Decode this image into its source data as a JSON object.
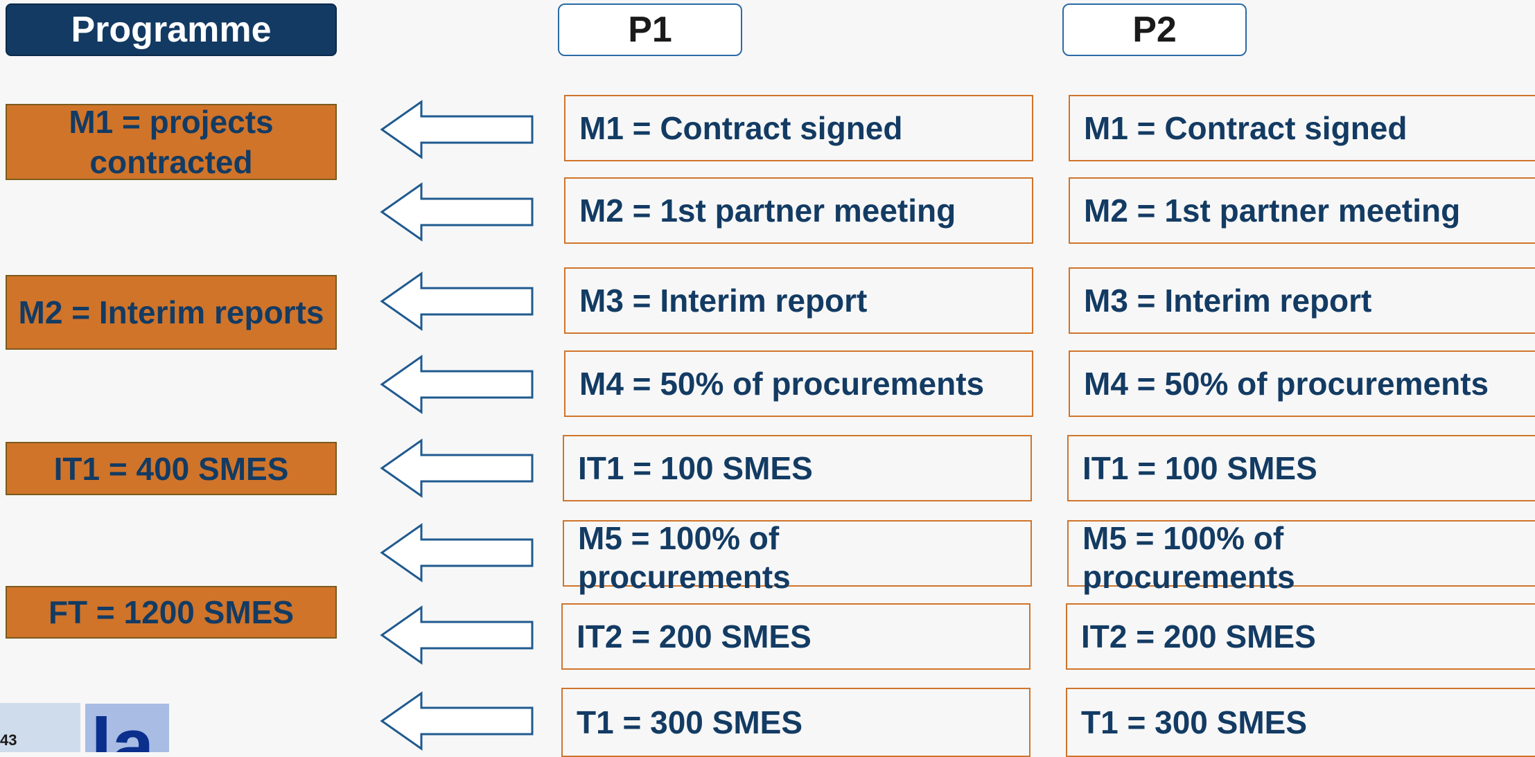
{
  "programme": {
    "title": "Programme",
    "boxes": [
      "M1 = projects contracted",
      "M2 = Interim reports",
      "IT1 = 400 SMES",
      "FT = 1200 SMES"
    ]
  },
  "columns": [
    {
      "header": "P1",
      "milestones": [
        "M1 = Contract signed",
        "M2 = 1st partner meeting",
        "M3 = Interim report",
        "M4 = 50% of procurements",
        "IT1 = 100 SMES",
        "M5 = 100% of procurements",
        "IT2 = 200 SMES",
        "T1 = 300 SMES"
      ]
    },
    {
      "header": "P2",
      "milestones": [
        "M1 = Contract signed",
        "M2 = 1st partner meeting",
        "M3 = Interim report",
        "M4 = 50% of procurements",
        "IT1 = 100 SMES",
        "M5 = 100% of procurements",
        "IT2 = 200 SMES",
        "T1 = 300 SMES"
      ]
    }
  ],
  "footer": {
    "page_number": "43",
    "logo_text": "la"
  },
  "colors": {
    "header_navy": "#123a63",
    "accent_orange": "#d0742a",
    "text_navy": "#133b63",
    "arrow_blue": "#1f5a8f"
  }
}
